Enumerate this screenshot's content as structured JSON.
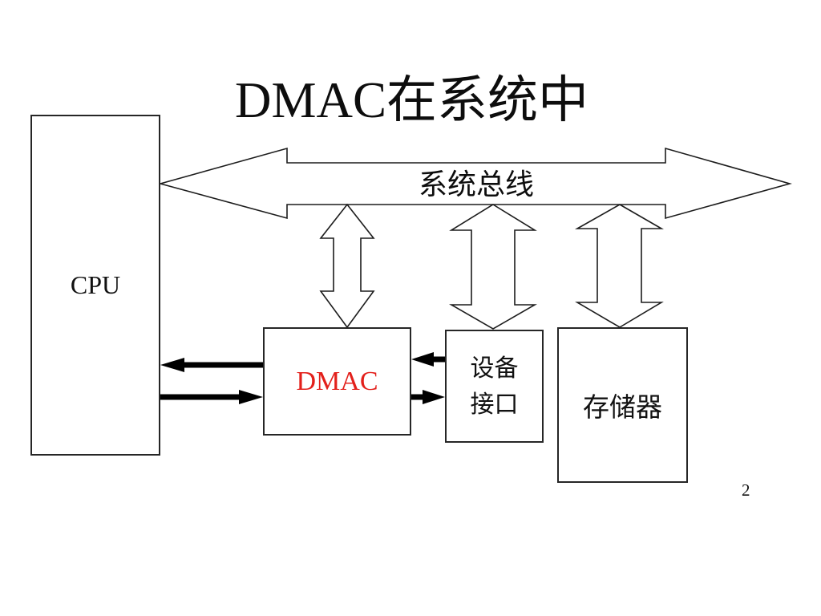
{
  "slide": {
    "title": "DMAC在系统中",
    "page_number": "2",
    "background_color": "#ffffff"
  },
  "bus": {
    "label": "系统总线"
  },
  "nodes": {
    "cpu": {
      "label": "CPU"
    },
    "dmac": {
      "label": "DMAC",
      "style": "color:#e3201b"
    },
    "device_interface": {
      "line1": "设备",
      "line2": "接口"
    },
    "memory": {
      "label": "存储器"
    }
  },
  "colors": {
    "outline": "#1c1c1c",
    "thick_arrow": "#000000",
    "dmac_text": "#e3201b"
  }
}
